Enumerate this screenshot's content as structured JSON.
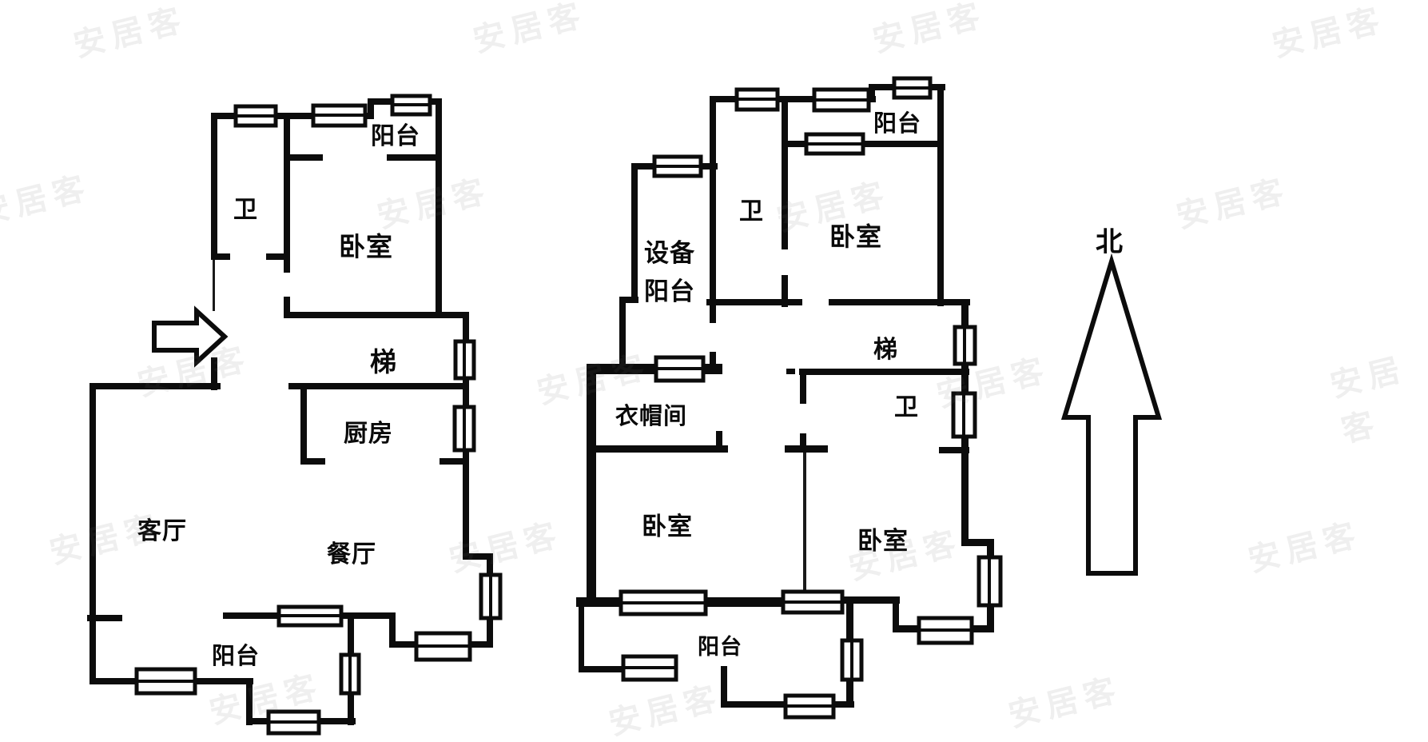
{
  "watermark": {
    "text": "安居客"
  },
  "north_indicator": {
    "label": "北"
  },
  "floor_plan_left": {
    "rooms": {
      "balcony_top": "阳台",
      "bathroom": "卫",
      "bedroom": "卧室",
      "stairs": "梯",
      "kitchen": "厨房",
      "living_room": "客厅",
      "dining_room": "餐厅",
      "balcony_bottom": "阳台"
    }
  },
  "floor_plan_right": {
    "rooms": {
      "balcony_top": "阳台",
      "bathroom_top": "卫",
      "bedroom_top": "卧室",
      "equipment_balcony_line1": "设备",
      "equipment_balcony_line2": "阳台",
      "cloakroom": "衣帽间",
      "stairs": "梯",
      "bathroom_middle": "卫",
      "bedroom_left": "卧室",
      "bedroom_right": "卧室",
      "balcony_bottom": "阳台"
    }
  }
}
